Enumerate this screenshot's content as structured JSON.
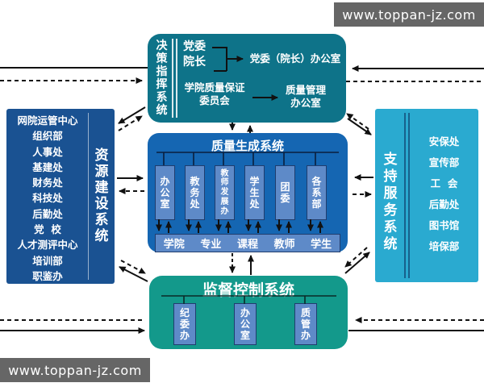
{
  "watermark": {
    "text": "www.toppan-jz.com"
  },
  "colors": {
    "decision-bg": "#0E7389",
    "resource-bg": "#1A5292",
    "quality-bg": "#1566B2",
    "support-bg": "#2AAAD0",
    "supervision-bg": "#13998B",
    "subbox-bg": "#5E8AC8",
    "watermark-bg": "#666666",
    "arrow": "#111111"
  },
  "decision": {
    "title": "决策指挥系统",
    "leaders": [
      "党委",
      "院长"
    ],
    "office1": "党委（院长）办公室",
    "committee": [
      "学院质量保证",
      "委员会"
    ],
    "office2": [
      "质量管理",
      "办公室"
    ]
  },
  "resource": {
    "title": "资源建设系统",
    "items": [
      "网院运管中心",
      "组织部",
      "人事处",
      "基建处",
      "财务处",
      "科技处",
      "后勤处",
      "党  校",
      "人才测评中心",
      "培训部",
      "职鉴办"
    ]
  },
  "quality": {
    "title": "质量生成系统",
    "departments": [
      "办公室",
      "教务处",
      "教师发展办",
      "学生处",
      "团委",
      "各系部"
    ],
    "base": [
      "学院",
      "专业",
      "课程",
      "教师",
      "学生"
    ]
  },
  "support": {
    "title": "支持服务系统",
    "items": [
      "安保处",
      "宣传部",
      "工  会",
      "后勤处",
      "图书馆",
      "培保部"
    ]
  },
  "supervision": {
    "title": "监督控制系统",
    "offices": [
      "纪委办",
      "办公室",
      "质管办"
    ]
  }
}
